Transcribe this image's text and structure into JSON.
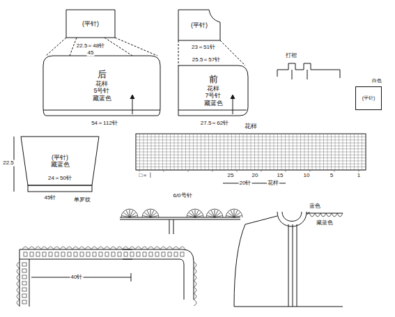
{
  "diagram": {
    "nodes": [
      {
        "text": [
          "(平针)"
        ]
      },
      {
        "text": [
          "后",
          "花样",
          "5号针",
          "藏蓝色"
        ]
      },
      {
        "text": [
          "(平针)"
        ]
      },
      {
        "text": [
          "前",
          "花样",
          "7号针",
          "藏蓝色"
        ]
      },
      {
        "text": [
          "白色",
          "(平针)"
        ]
      },
      {
        "text": [
          "(平针)",
          "藏蓝色"
        ]
      },
      {
        "text": [
          "花样"
        ]
      }
    ],
    "labels": [
      "22.5＝48针",
      "45",
      "54＝112针",
      "23＝51针",
      "25.5＝57针",
      "27.5＝62针",
      "打褶",
      "22.5",
      "24＝50针",
      "45针",
      "单罗纹",
      "25",
      "20",
      "15",
      "10",
      "5",
      "1",
      "20针",
      "花样",
      "□＝丨",
      "6/0号针",
      "蓝色",
      "藏蓝色",
      "40针"
    ]
  }
}
